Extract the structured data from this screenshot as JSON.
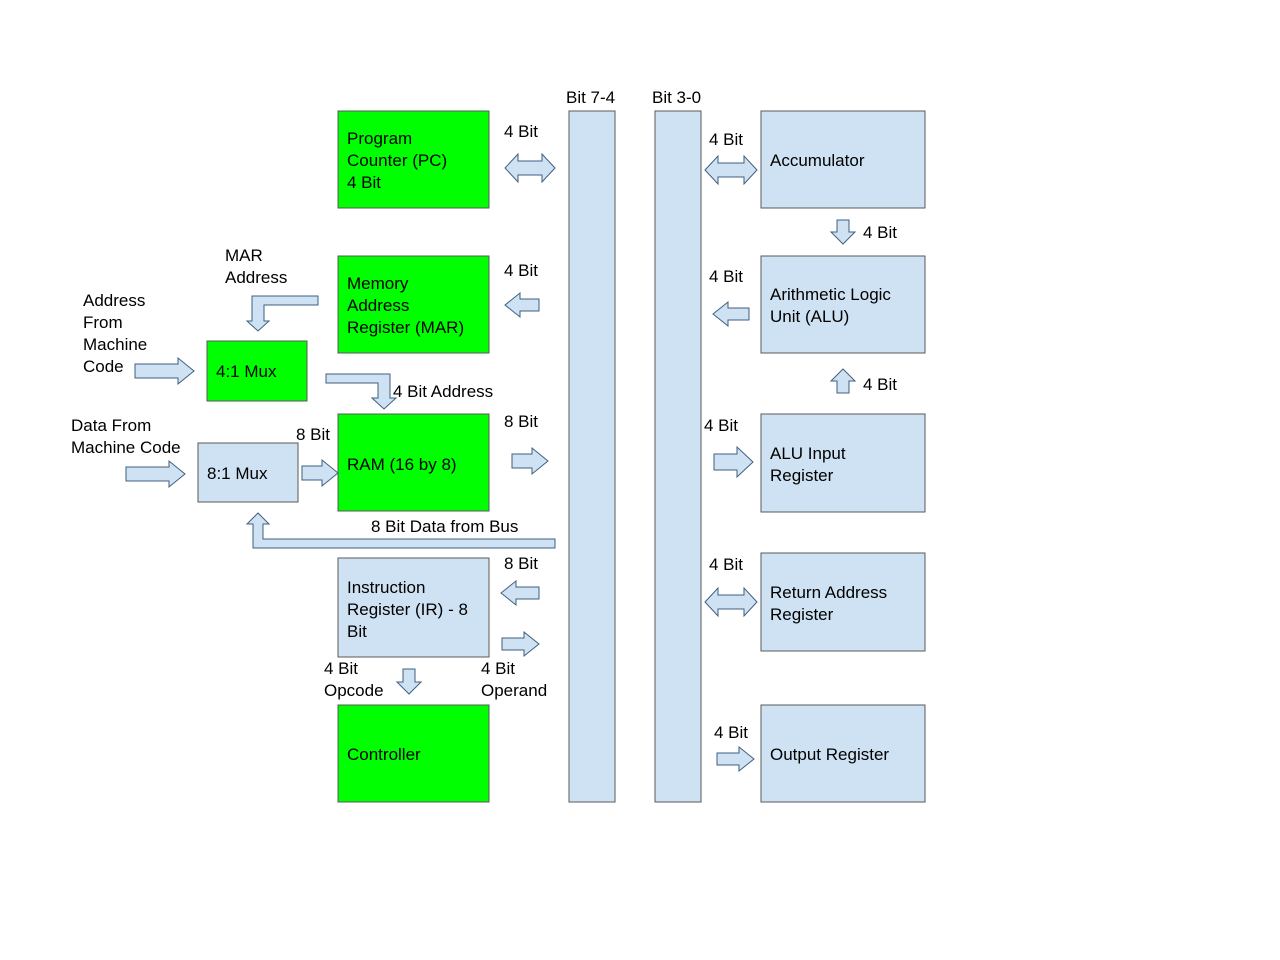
{
  "colors": {
    "green_box": "#00ff00",
    "blue_box": "#cfe2f3",
    "box_border": "#595959",
    "arrow_border": "#3f5f7f"
  },
  "buses": {
    "high": {
      "label": "Bit 7-4"
    },
    "low": {
      "label": "Bit 3-0"
    }
  },
  "blocks": {
    "pc": {
      "lines": [
        "Program",
        "Counter (PC)",
        "4 Bit"
      ]
    },
    "mar": {
      "lines": [
        "Memory",
        "Address",
        "Register (MAR)"
      ]
    },
    "mux4": {
      "lines": [
        "4:1 Mux"
      ]
    },
    "ram": {
      "lines": [
        "RAM (16 by 8)"
      ]
    },
    "mux8": {
      "lines": [
        "8:1 Mux"
      ]
    },
    "ir": {
      "lines": [
        "Instruction",
        "Register (IR) - 8",
        "Bit"
      ]
    },
    "controller": {
      "lines": [
        "Controller"
      ]
    },
    "acc": {
      "lines": [
        "Accumulator"
      ]
    },
    "alu": {
      "lines": [
        "Arithmetic Logic",
        "Unit (ALU)"
      ]
    },
    "alu_input": {
      "lines": [
        "ALU Input",
        "Register"
      ]
    },
    "return_addr": {
      "lines": [
        "Return Address",
        "Register"
      ]
    },
    "output": {
      "lines": [
        "Output Register"
      ]
    }
  },
  "labels": {
    "pc_bus": [
      "4 Bit"
    ],
    "mar_bus": [
      "4 Bit"
    ],
    "mar_address": [
      "MAR",
      "Address"
    ],
    "address_from_code": [
      "Address",
      "From",
      "Machine",
      "Code"
    ],
    "ram_address": [
      "4 Bit Address"
    ],
    "data_from_code": [
      "Data From",
      "Machine Code"
    ],
    "mux8_ram": [
      "8 Bit"
    ],
    "ram_bus": [
      "8 Bit"
    ],
    "data_from_bus": [
      "8 Bit Data from Bus"
    ],
    "ir_bus": [
      "8 Bit"
    ],
    "opcode": [
      "4 Bit",
      "Opcode"
    ],
    "operand": [
      "4 Bit",
      "Operand"
    ],
    "acc_bus": [
      "4 Bit"
    ],
    "acc_alu": [
      "4 Bit"
    ],
    "alu_bus": [
      "4 Bit"
    ],
    "aluin_alu": [
      "4 Bit"
    ],
    "aluin_bus": [
      "4 Bit"
    ],
    "ret_bus": [
      "4 Bit"
    ],
    "out_bus": [
      "4 Bit"
    ]
  }
}
